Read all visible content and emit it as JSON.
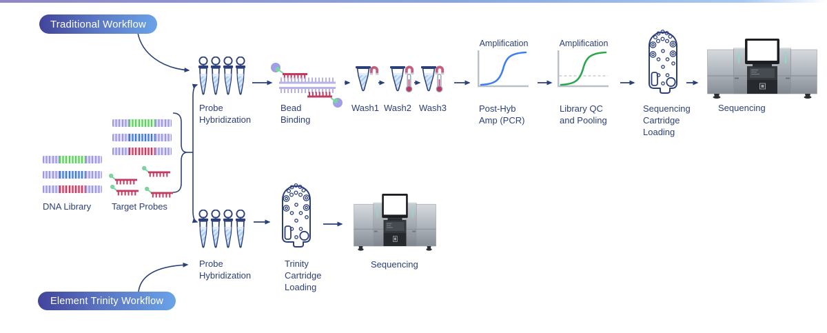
{
  "badges": {
    "traditional": {
      "label": "Traditional Workflow"
    },
    "trinity": {
      "label": "Element Trinity Workflow"
    }
  },
  "samples": {
    "dna_library": "DNA Library",
    "target_probes": "Target Probes"
  },
  "traditional_workflow": {
    "probe_hybridization": "Probe\nHybridization",
    "bead_binding": "Bead\nBinding",
    "wash1": "Wash1",
    "wash2": "Wash2",
    "wash3": "Wash3",
    "post_hyb_amp": "Post-Hyb\nAmp (PCR)",
    "library_qc": "Library QC\nand Pooling",
    "sequencing_cartridge_loading": "Sequencing\nCartridge\nLoading",
    "sequencing": "Sequencing"
  },
  "trinity_workflow": {
    "probe_hybridization": "Probe\nHybridization",
    "trinity_cartridge_loading": "Trinity\nCartridge\nLoading",
    "sequencing": "Sequencing"
  },
  "charts": {
    "post_hyb": {
      "title": "Amplification",
      "type": "sigmoid",
      "curve_color": "#3d7ef0",
      "threshold_line": false
    },
    "library_qc": {
      "title": "Amplification",
      "type": "sigmoid",
      "curve_color": "#27a84b",
      "threshold_line": true
    }
  },
  "colors": {
    "line_navy": "#2b3f7a",
    "strand_lavender": "#9d97e0",
    "strand_green": "#5ecc5e",
    "strand_blue": "#3f77d0",
    "strand_crimson": "#c23a60",
    "bead_purple": "#a09de9",
    "bead_green": "#7dd4a0",
    "magnet_rose": "#c05f7e",
    "axis_gray": "#b9bfc7",
    "teal_accent": "#8fd9c9"
  }
}
